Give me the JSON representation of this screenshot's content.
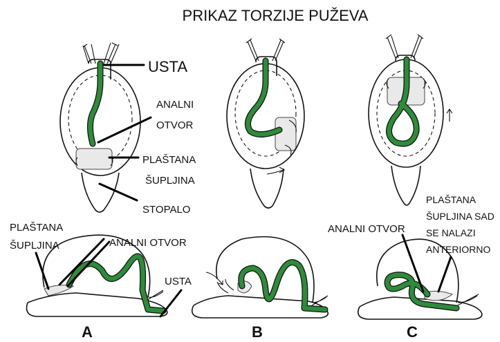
{
  "title": "PRIKAZ TORZIJE PUŽEVA",
  "top_labels": {
    "mouth": "USTA",
    "anus_line1": "ANALNI",
    "anus_line2": "OTVOR",
    "mantle_line1": "PLAŠTANA",
    "mantle_line2": "ŠUPLJINA",
    "foot": "STOPALO"
  },
  "bottom_labels": {
    "a_mantle_line1": "PLAŠTANA",
    "a_mantle_line2": "ŠUPLJINA",
    "a_anus": "ANALNI OTVOR",
    "a_mouth": "USTA",
    "c_anus": "ANALNI OTVOR",
    "c_mantle_line1": "PLAŠTANA",
    "c_mantle_line2": "ŠUPLJINA SAD",
    "c_mantle_line3": "SE NALAZI",
    "c_mantle_line4": "ANTERIORNO"
  },
  "stages": [
    "A",
    "B",
    "C"
  ],
  "colors": {
    "gut": "#2e8b3a",
    "ink": "#111111",
    "background": "#ffffff"
  }
}
